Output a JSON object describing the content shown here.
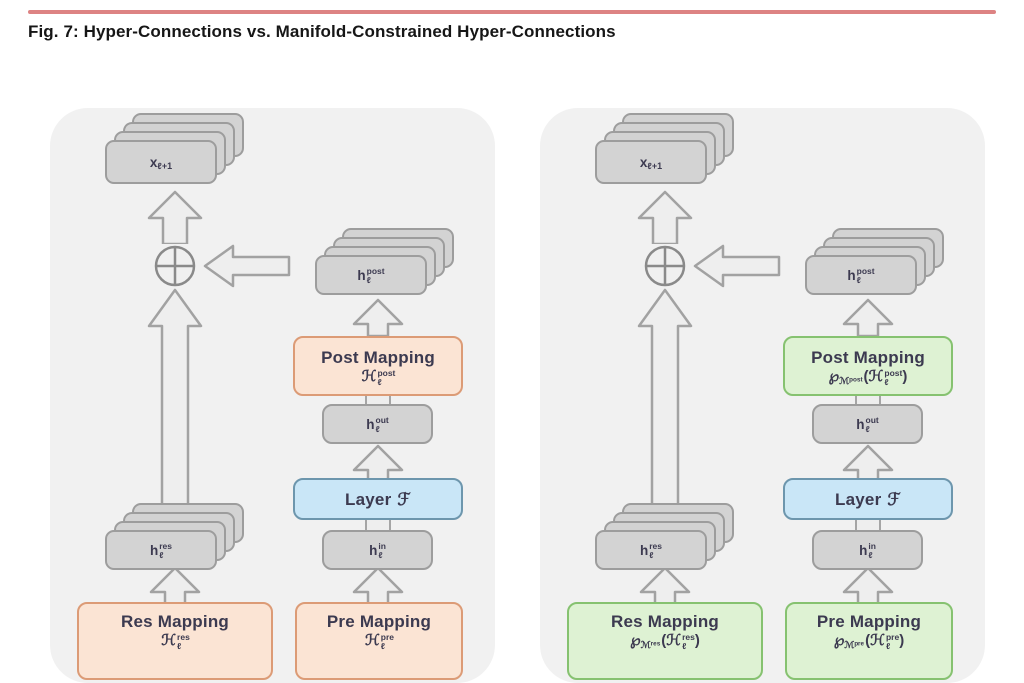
{
  "header": {
    "title": "Fig. 7: Hyper-Connections vs. Manifold-Constrained Hyper-Connections"
  },
  "colors": {
    "accent_line": "#dd8383",
    "panel_bg": "#f1f1f1",
    "gray_fill": "#d3d3d3",
    "gray_border": "#9d9d9d",
    "salmon_fill": "#fbe4d4",
    "salmon_border": "#dc9b76",
    "green_fill": "#def2d3",
    "green_border": "#86c270",
    "blue_fill": "#c9e6f7",
    "blue_border": "#6d96ad"
  },
  "panels": [
    {
      "name": "Hyper-Connections",
      "x_stack": {
        "base": "x",
        "sub": "ℓ+1"
      },
      "h_post": {
        "base": "h",
        "sup": "post",
        "sub": "ℓ"
      },
      "post_mapping": {
        "title": "Post Mapping",
        "formula": {
          "h_base": "ℋ",
          "h_sup": "post",
          "h_sub": "ℓ"
        }
      },
      "h_out": {
        "base": "h",
        "sup": "out",
        "sub": "ℓ"
      },
      "layer": {
        "label": "Layer",
        "symbol": "ℱ"
      },
      "h_in": {
        "base": "h",
        "sup": "in",
        "sub": "ℓ"
      },
      "h_res": {
        "base": "h",
        "sup": "res",
        "sub": "ℓ"
      },
      "res_mapping": {
        "title": "Res Mapping",
        "formula": {
          "h_base": "ℋ",
          "h_sup": "res",
          "h_sub": "ℓ"
        }
      },
      "pre_mapping": {
        "title": "Pre Mapping",
        "formula": {
          "h_base": "ℋ",
          "h_sup": "pre",
          "h_sub": "ℓ"
        }
      }
    },
    {
      "name": "Manifold-Constrained Hyper-Connections",
      "x_stack": {
        "base": "x",
        "sub": "ℓ+1"
      },
      "h_post": {
        "base": "h",
        "sup": "post",
        "sub": "ℓ"
      },
      "post_mapping": {
        "title": "Post Mapping",
        "formula": {
          "p_base": "℘",
          "p_sub": "ℳᵖᵒˢᵗ",
          "open": "(",
          "h_base": "ℋ",
          "h_sup": "post",
          "h_sub": "ℓ",
          "close": ")"
        }
      },
      "h_out": {
        "base": "h",
        "sup": "out",
        "sub": "ℓ"
      },
      "layer": {
        "label": "Layer",
        "symbol": "ℱ"
      },
      "h_in": {
        "base": "h",
        "sup": "in",
        "sub": "ℓ"
      },
      "h_res": {
        "base": "h",
        "sup": "res",
        "sub": "ℓ"
      },
      "res_mapping": {
        "title": "Res Mapping",
        "formula": {
          "p_base": "℘",
          "p_sub": "ℳʳᵉˢ",
          "open": "(",
          "h_base": "ℋ",
          "h_sup": "res",
          "h_sub": "ℓ",
          "close": ")"
        }
      },
      "pre_mapping": {
        "title": "Pre Mapping",
        "formula": {
          "p_base": "℘",
          "p_sub": "ℳᵖʳᵉ",
          "open": "(",
          "h_base": "ℋ",
          "h_sup": "pre",
          "h_sub": "ℓ",
          "close": ")"
        }
      }
    }
  ]
}
